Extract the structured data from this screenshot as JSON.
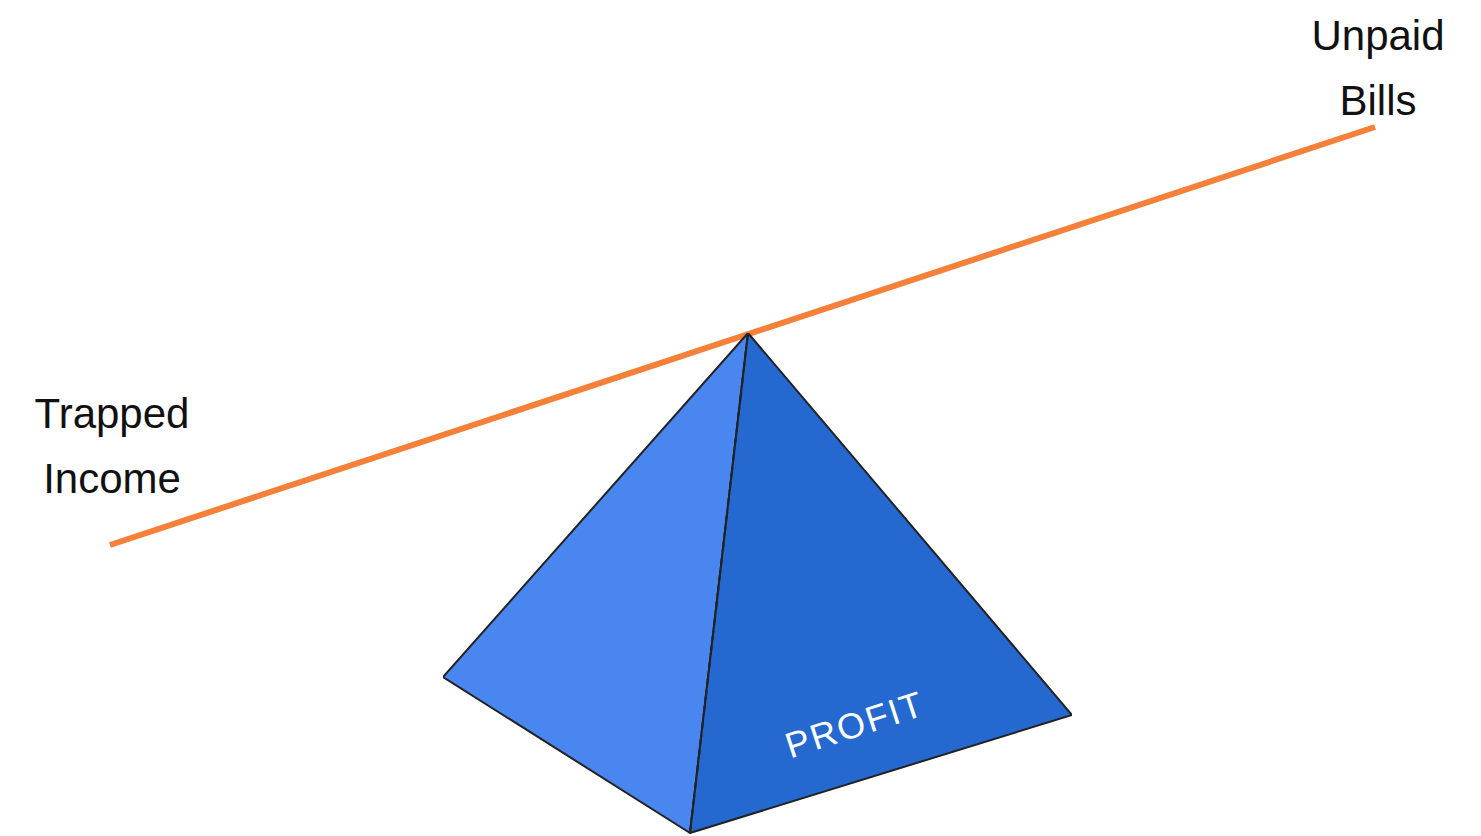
{
  "diagram": {
    "nodes": [
      {
        "text": [
          "PROFIT"
        ]
      }
    ],
    "labels": [
      "Trapped Income",
      "Unpaid Bills"
    ]
  }
}
